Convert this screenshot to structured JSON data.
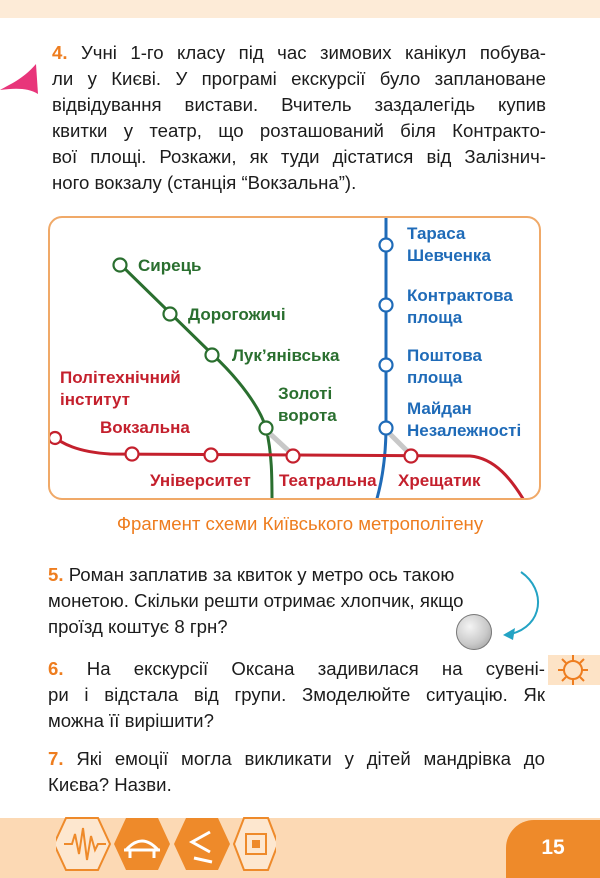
{
  "task4": {
    "number": "4.",
    "lines": [
      "Учні 1-го класу під час зимових канікул побува-",
      "ли у Києві. У програмі екскурсії було заплановане",
      "відвідування вистави. Вчитель заздалегідь купив",
      "квитки у театр, що розташований біля Контракто-",
      "вої площі. Розкажи, як туди дістатися від Залізнич-",
      "ного вокзалу (станція “Вокзальна”)."
    ]
  },
  "metro_map": {
    "lines": [
      {
        "color": "#c4202d",
        "stations": [
          "Політехнічний інститут",
          "Вокзальна",
          "Університет",
          "Театральна",
          "Хрещатик"
        ]
      },
      {
        "color": "#2a6f2f",
        "stations": [
          "Сирець",
          "Дорогожичі",
          "Лук’янівська",
          "Золоті ворота"
        ]
      },
      {
        "color": "#1f6bb8",
        "stations": [
          "Тараса Шевченка",
          "Контрактова площа",
          "Поштова площа",
          "Майдан Незалежності"
        ]
      }
    ],
    "labels": {
      "politekh_1": "Політехнічний",
      "politekh_2": "інститут",
      "vokzalna": "Вокзальна",
      "universytet": "Університет",
      "teatralna": "Театральна",
      "khreshchatyk": "Хрещатик",
      "syrets": "Сирець",
      "dorohozhychi": "Дорогожичі",
      "lukianivska": "Лук’янівська",
      "zoloti_1": "Золоті",
      "zoloti_2": "ворота",
      "taras_1": "Тараса",
      "taras_2": "Шевченка",
      "kontrakt_1": "Контрактова",
      "kontrakt_2": "площа",
      "poshtova_1": "Поштова",
      "poshtova_2": "площа",
      "maidan_1": "Майдан",
      "maidan_2": "Незалежності"
    }
  },
  "caption": "Фрагмент схеми Київського метрополітену",
  "task5": {
    "number": "5.",
    "lines": [
      "Роман заплатив за квиток у метро ось такою",
      "монетою. Скільки решти отримає хлопчик, якщо",
      "проїзд коштує 8 грн?"
    ]
  },
  "task6": {
    "number": "6.",
    "lines": [
      "На екскурсії Оксана задивилася на сувені-",
      "ри і відстала від групи. Змоделюйте ситуацію. Як",
      "можна її вирішити?"
    ]
  },
  "task7": {
    "number": "7.",
    "lines": [
      "Які емоції могла викликати у дітей мандрівка до",
      "Києва? Назви."
    ]
  },
  "page_number": "15",
  "colors": {
    "accent": "#ee7d1f",
    "red_line": "#c4202d",
    "green_line": "#2a6f2f",
    "blue_line": "#1f6bb8"
  },
  "icons": [
    "pink-pointer-icon",
    "coin-icon",
    "curved-arrow-icon",
    "puzzle-icon",
    "sound-wave-icon",
    "bridge-icon",
    "code-icon",
    "chip-icon"
  ]
}
